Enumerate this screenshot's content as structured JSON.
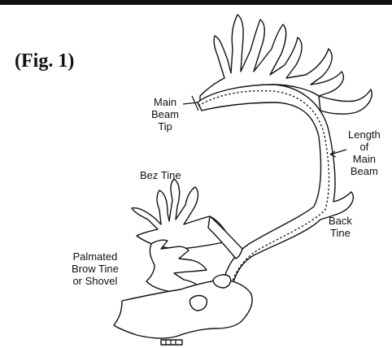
{
  "figure": {
    "label": "(Fig. 1)"
  },
  "labels": {
    "main_beam_tip": [
      "Main",
      "Beam",
      "Tip"
    ],
    "length_of_main_beam": [
      "Length",
      "of",
      "Main",
      "Beam"
    ],
    "bez_tine": [
      "Bez Tine"
    ],
    "back_tine": [
      "Back",
      "Tine"
    ],
    "palmated_brow_tine": [
      "Palmated",
      "Brow Tine",
      "or Shovel"
    ]
  }
}
